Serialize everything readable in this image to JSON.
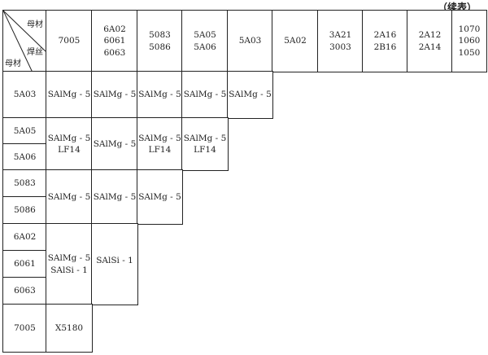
{
  "continued_label": "（续表）",
  "corner": {
    "top_label": "母材",
    "middle_label": "焊丝",
    "bottom_label": "母材"
  },
  "columns": [
    "7005",
    "6A02\n6061\n6063",
    "5083\n5086",
    "5A05\n5A06",
    "5A03",
    "5A02",
    "3A21\n3003",
    "2A16\n2B16",
    "2A12\n2A14",
    "1070\n1060\n1050"
  ],
  "rows": {
    "r5a03": {
      "label": "5A03",
      "cells": [
        "SAlMg - 5",
        "SAlMg - 5",
        "SAlMg - 5",
        "SAlMg - 5",
        "SAlMg - 5"
      ]
    },
    "r5a05": {
      "labels": [
        "5A05",
        "5A06"
      ],
      "cells": [
        "SAlMg - 5\nLF14",
        "SAlMg - 5",
        "SAlMg - 5\nLF14",
        "SAlMg - 5\nLF14"
      ]
    },
    "r5083": {
      "labels": [
        "5083",
        "5086"
      ],
      "cells": [
        "SAlMg - 5",
        "SAlMg - 5",
        "SAlMg - 5"
      ]
    },
    "r6a02": {
      "labels": [
        "6A02",
        "6061",
        "6063"
      ],
      "cells": [
        "SAlMg - 5\nSAlSi - 1",
        "SAlSi - 1"
      ]
    },
    "r7005": {
      "label": "7005",
      "cells": [
        "X5180"
      ]
    }
  }
}
